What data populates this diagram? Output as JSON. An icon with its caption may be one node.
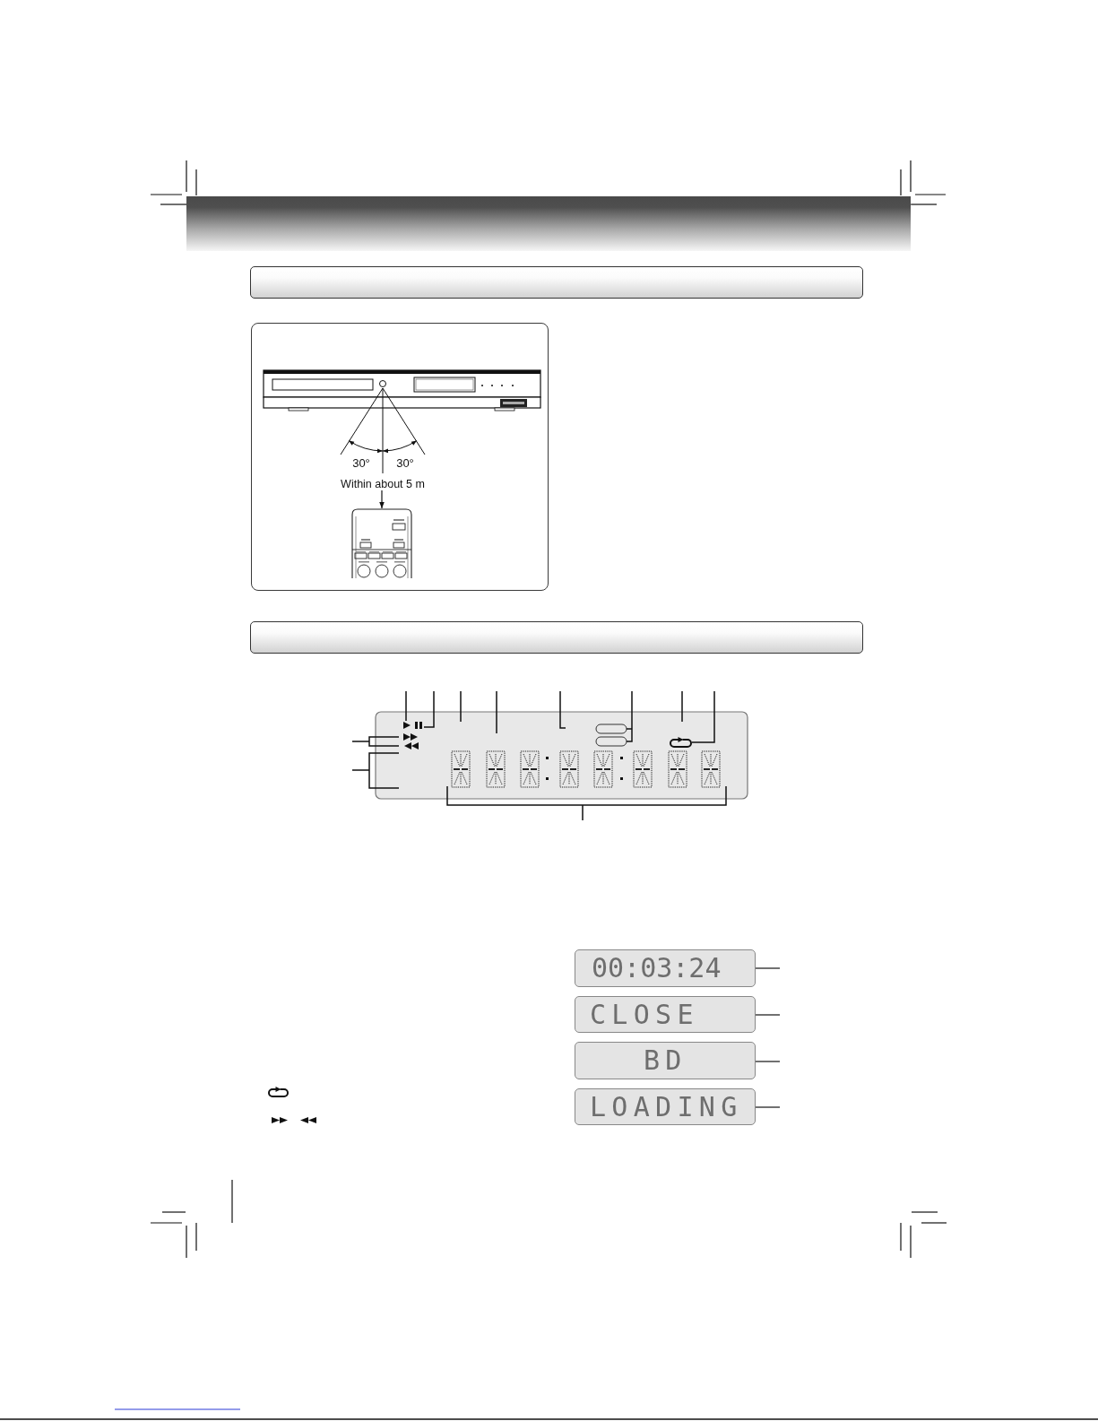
{
  "diagram": {
    "nodes": [
      {
        "text": [],
        "shape": "bar"
      },
      {
        "text": [],
        "shape": "box"
      },
      {
        "text": [
          "Within about 5 m"
        ],
        "in": 1
      },
      {
        "text": [],
        "shape": "picture",
        "in": 1
      },
      {
        "text": [],
        "shape": "bar"
      },
      {
        "text": [
          "00:03:24"
        ]
      },
      {
        "text": [
          "CLOSE"
        ]
      },
      {
        "text": [
          "BD"
        ]
      },
      {
        "text": [
          "LOADING"
        ]
      }
    ],
    "edges": [
      {
        "from": 2,
        "to": 3,
        "arrow": "to"
      },
      {
        "from": 5,
        "to": null,
        "arrow": "none"
      },
      {
        "from": 6,
        "to": null,
        "arrow": "none"
      },
      {
        "from": 7,
        "to": null,
        "arrow": "none"
      },
      {
        "from": 8,
        "to": null,
        "arrow": "none"
      }
    ],
    "labels": [
      "30°",
      "30°"
    ]
  }
}
